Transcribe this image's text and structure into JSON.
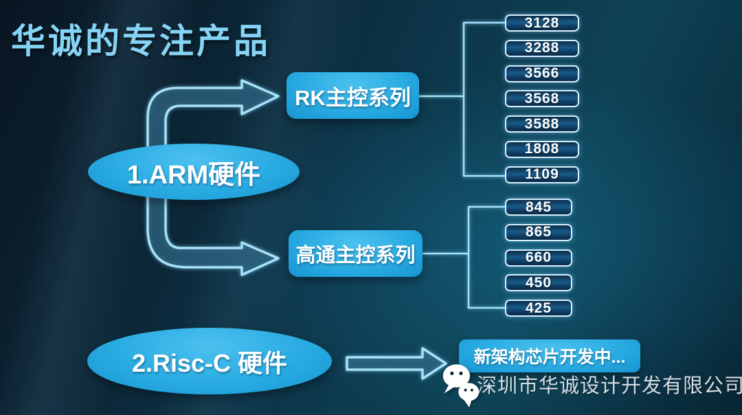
{
  "title": "华诚的专注产品",
  "diagram": {
    "arm_label": "1.ARM硬件",
    "risc_label": "2.Risc-C 硬件",
    "rk_series_label": "RK主控系列",
    "qualcomm_series_label": "高通主控系列",
    "new_arch_label": "新架构芯片开发中...",
    "rk_chips": [
      "3128",
      "3288",
      "3566",
      "3568",
      "3588",
      "1808",
      "1109"
    ],
    "qualcomm_chips": [
      "845",
      "865",
      "660",
      "450",
      "425"
    ]
  },
  "footer": {
    "wechat_icon": "wechat-icon",
    "company": "深圳市华诚设计开发有限公司"
  },
  "colors": {
    "accent": "#29abe2",
    "title_text": "#85d4f6",
    "connector": "#a9e2f8",
    "chip_border": "#d9f2ff",
    "node_text": "#ffffff",
    "watermark_text": "#d4dee3"
  }
}
